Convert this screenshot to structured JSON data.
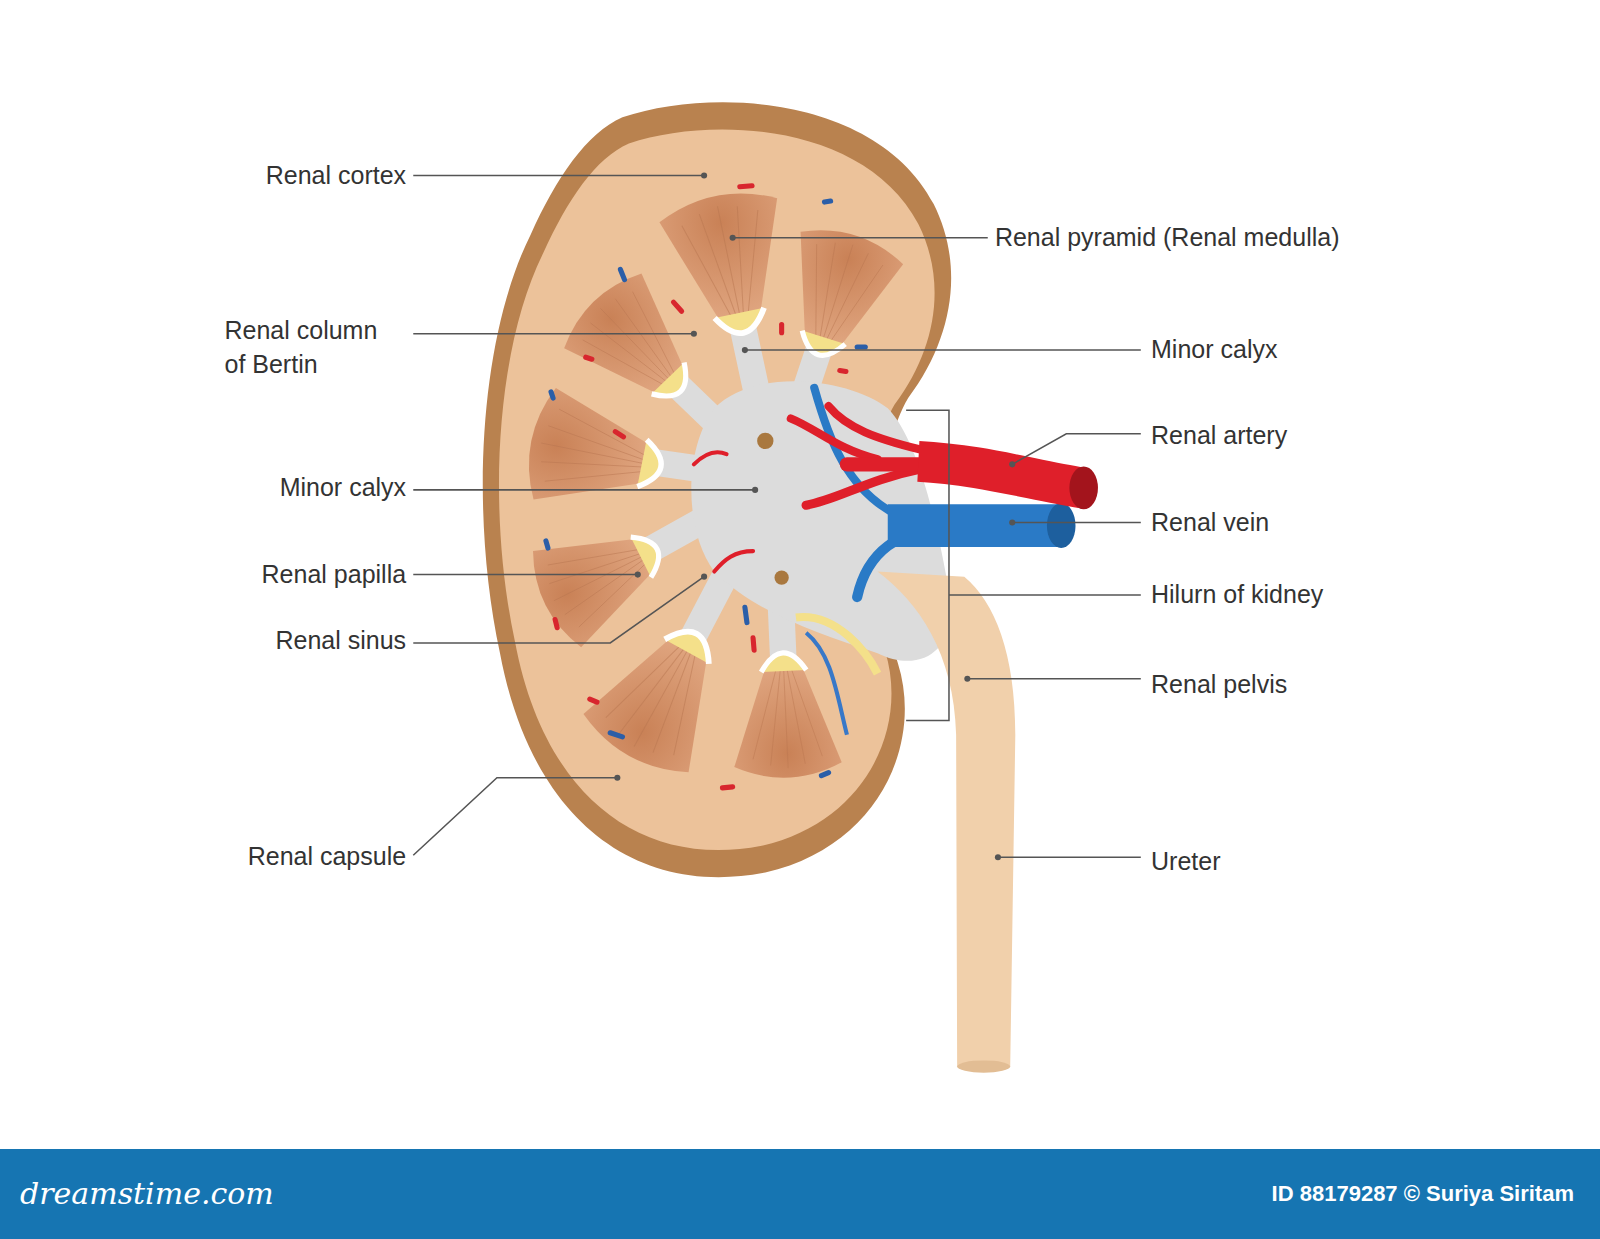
{
  "diagram": {
    "nodes": [
      {
        "text": [
          "dreamstime.com",
          "ID 88179287 © Suriya Siritam"
        ]
      }
    ],
    "labels": [
      "Renal cortex",
      "Renal pyramid (Renal medulla)",
      "Renal column of Bertin",
      "Minor calyx",
      "Renal artery",
      "Minor calyx",
      "Renal vein",
      "Renal papilla",
      "Hilurn of kidney",
      "Renal sinus",
      "Renal pelvis",
      "Renal capsule",
      "Ureter"
    ]
  }
}
